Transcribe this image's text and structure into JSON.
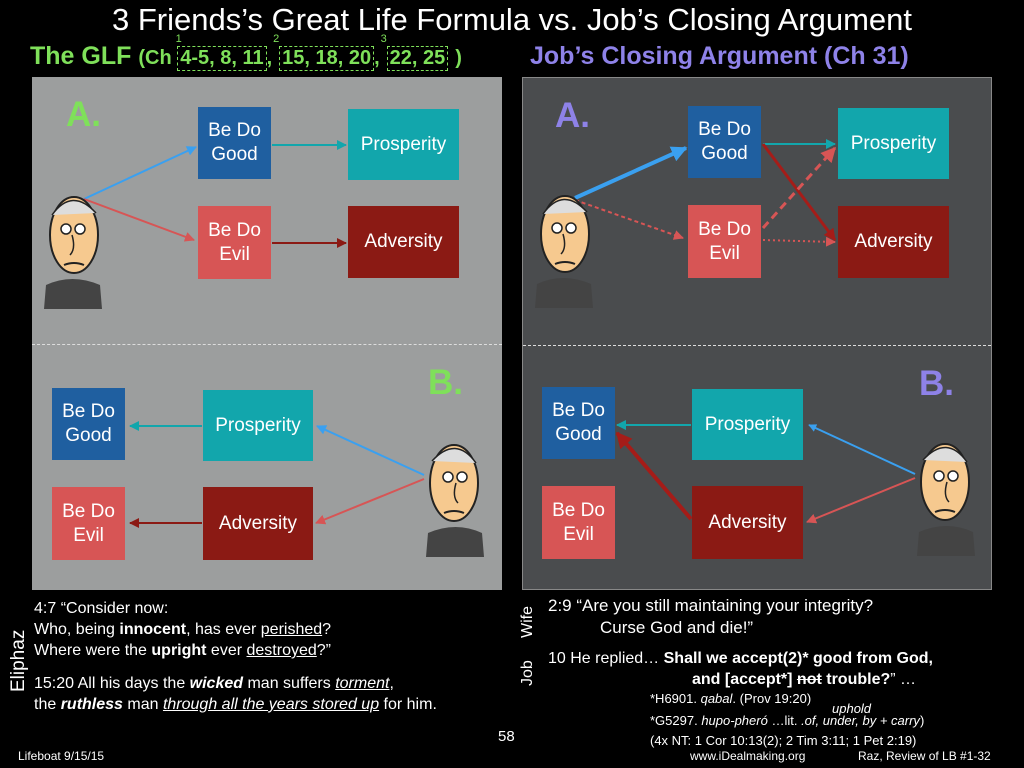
{
  "title": "3 Friends’s Great Life Formula vs. Job’s Closing Argument",
  "glf": {
    "label": "The GLF",
    "ch_prefix": "(Ch",
    "groups": [
      "4-5, 8, 11",
      "15, 18, 20",
      "22, 25"
    ],
    "group_nums": [
      "1",
      "2",
      "3"
    ],
    "sep": ",",
    "close": ")"
  },
  "job_heading": "Job’s Closing Argument (Ch 31)",
  "boxes": {
    "good_l1": "Be Do",
    "good_l2": "Good",
    "evil_l1": "Be Do",
    "evil_l2": "Evil",
    "prosperity": "Prosperity",
    "adversity": "Adversity"
  },
  "letters": {
    "a": "A.",
    "b": "B."
  },
  "colors": {
    "glf_green": "#7fe05a",
    "job_purple": "#8e82e8",
    "good_blue": "#1f5fa0",
    "evil_red": "#d75555",
    "prosperity_teal": "#12a6ac",
    "adversity_maroon": "#8b1a14"
  },
  "eliphaz": {
    "name": "Eliphaz",
    "ref1": "4:7 “Consider now:",
    "l2a": "Who, being ",
    "l2b": "innocent",
    "l2c": ", has ever ",
    "l2d": "perished",
    "l2e": "?",
    "l3a": "Where were the ",
    "l3b": "upright",
    "l3c": " ever ",
    "l3d": "destroyed",
    "l3e": "?”",
    "r2a": "15:20 All his days the ",
    "r2b": "wicked",
    "r2c": " man suffers ",
    "r2d": "torment",
    "r2e": ",",
    "r3a": "the ",
    "r3b": "ruthless",
    "r3c": " man ",
    "r3d": "through all the years stored up",
    "r3e": " for him."
  },
  "wife": {
    "name": "Wife",
    "l1": "2:9 “Are you still maintaining your integrity?",
    "l2": "Curse God and die!”"
  },
  "job": {
    "name": "Job",
    "l1a": "10 He replied… ",
    "l1b": "Shall we accept(2)* good from God,",
    "l2a": "and [accept*] ",
    "l2b": "not",
    "l2c": " trouble?",
    "l2d": "” …",
    "uphold": "uphold",
    "n1a": "*H6901. ",
    "n1b": "qabal",
    "n1c": ". (Prov 19:20)",
    "n2a": "*G5297. ",
    "n2b": "hupo-pheró",
    "n2c": " …lit. ",
    "n2d": ".of, under, by + carry",
    "n2e": ")",
    "n3": "(4x NT: 1 Cor 10:13(2); 2 Tim 3:11; 1 Pet 2:19)"
  },
  "footer": {
    "left": "Lifeboat 9/15/15",
    "page": "58",
    "site": "www.iDealmaking.org",
    "right": "Raz, Review of LB #1-32"
  }
}
